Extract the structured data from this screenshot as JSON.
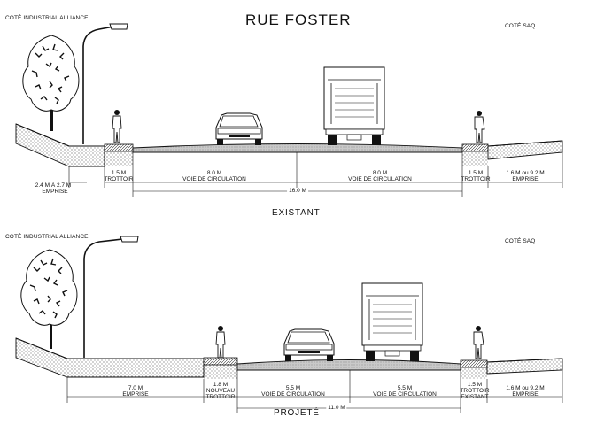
{
  "title": "RUE FOSTER",
  "existing": {
    "caption": "EXISTANT",
    "side_left": "COTÉ INDUSTRIAL ALLIANCE",
    "side_right": "COTÉ SAQ",
    "dims": {
      "emprise_left_value": "2.4 M À 2.7 M",
      "emprise_left_label": "EMPRISE",
      "trottoir_left_value": "1.5 M",
      "trottoir_left_label": "TROTTOIR",
      "lane_left_value": "8.0 M",
      "lane_left_label": "VOIE DE CIRCULATION",
      "lane_right_value": "8.0 M",
      "lane_right_label": "VOIE DE CIRCULATION",
      "trottoir_right_value": "1.5 M",
      "trottoir_right_label": "TROTTOIR",
      "emprise_right_value": "1.6 M ou 9.2 M",
      "emprise_right_label": "EMPRISE",
      "total": "16.0 M"
    }
  },
  "proposed": {
    "caption": "PROJETÉ",
    "side_left": "COTÉ INDUSTRIAL ALLIANCE",
    "side_right": "COTÉ SAQ",
    "dims": {
      "emprise_left_value": "7.0 M",
      "emprise_left_label": "EMPRISE",
      "trottoir_left_value": "1.8 M",
      "trottoir_left_label_1": "NOUVEAU",
      "trottoir_left_label_2": "TROTTOIR",
      "lane_left_value": "5.5 M",
      "lane_left_label": "VOIE DE CIRCULATION",
      "lane_right_value": "5.5 M",
      "lane_right_label": "VOIE DE CIRCULATION",
      "trottoir_right_value": "1.5 M",
      "trottoir_right_label_1": "TROTTOIR",
      "trottoir_right_label_2": "EXISTANT",
      "emprise_right_value": "1.6 M ou 9.2 M",
      "emprise_right_label": "EMPRISE",
      "total": "11.0 M"
    }
  }
}
